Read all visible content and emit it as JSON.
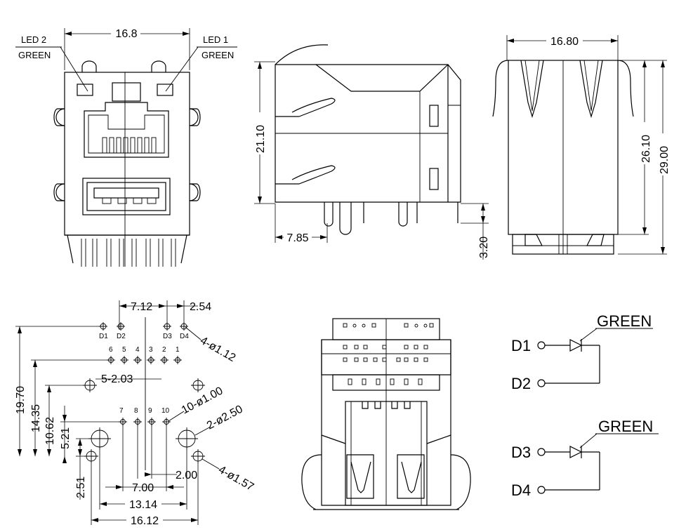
{
  "front_view": {
    "width_dim": "16.8",
    "led1_label": "LED 1",
    "led1_color": "GREEN",
    "led2_label": "LED 2",
    "led2_color": "GREEN"
  },
  "side_view": {
    "height_dim": "21.10",
    "offset_dim": "7.85",
    "pin_dim": "3.20"
  },
  "rear_view": {
    "width_dim": "16.80",
    "height_dim_a": "26.10",
    "height_dim_b": "29.00"
  },
  "pcb_layout": {
    "led_pins": [
      "D1",
      "D2",
      "D3",
      "D4"
    ],
    "row1_pins": [
      "6",
      "5",
      "4",
      "3",
      "2",
      "1"
    ],
    "row2_pins": [
      "7",
      "8",
      "9",
      "10"
    ],
    "dim_7_12": "7.12",
    "dim_2_54": "2.54",
    "hole_4_112": "4-ø1.12",
    "dim_5_203": "5-2.03",
    "hole_10_100": "10-ø1.00",
    "hole_2_250": "2-ø2.50",
    "hole_4_157": "4-ø1.57",
    "dim_19_70": "19.70",
    "dim_14_35": "14.35",
    "dim_10_62": "10.62",
    "dim_5_21": "5.21",
    "dim_2_51": "2.51",
    "dim_7_00": "7.00",
    "dim_2_00": "2.00",
    "dim_13_14": "13.14",
    "dim_16_12": "16.12"
  },
  "schematic": {
    "group1_label": "GREEN",
    "group1_pins": [
      "D1",
      "D2"
    ],
    "group2_label": "GREEN",
    "group2_pins": [
      "D3",
      "D4"
    ]
  }
}
